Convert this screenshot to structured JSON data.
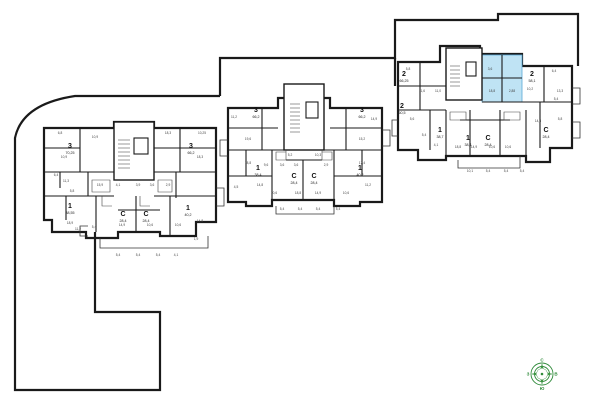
{
  "apartments": [
    {
      "id": "a1",
      "rooms": "3",
      "area": "70,25"
    },
    {
      "id": "a2",
      "rooms": "3",
      "area": "66,2"
    },
    {
      "id": "a3",
      "rooms": "1",
      "area": "38,55"
    },
    {
      "id": "a4",
      "rooms": "С",
      "area": "28,4"
    },
    {
      "id": "a5",
      "rooms": "С",
      "area": "28,4"
    },
    {
      "id": "a6",
      "rooms": "1",
      "area": "40,2"
    },
    {
      "id": "a7",
      "rooms": "3",
      "area": "66,2"
    },
    {
      "id": "a8",
      "rooms": "3",
      "area": "66,2"
    },
    {
      "id": "a9",
      "rooms": "1",
      "area": "38,4"
    },
    {
      "id": "a10",
      "rooms": "С",
      "area": "28,4"
    },
    {
      "id": "a11",
      "rooms": "С",
      "area": "28,4"
    },
    {
      "id": "a12",
      "rooms": "1",
      "area": "40,2"
    },
    {
      "id": "a13",
      "rooms": "2",
      "area": "66,25"
    },
    {
      "id": "a14",
      "rooms": "2",
      "area": "58,1",
      "highlighted": true
    },
    {
      "id": "a15",
      "rooms": "1",
      "area": "38,7"
    },
    {
      "id": "a16",
      "rooms": "1",
      "area": "38,4"
    },
    {
      "id": "a17",
      "rooms": "С",
      "area": "28,4"
    },
    {
      "id": "a18",
      "rooms": "С",
      "area": "28,4"
    },
    {
      "id": "a19",
      "rooms": "2",
      "area": "60,5"
    }
  ],
  "room_labels": [
    "6,8",
    "10,9",
    "18,3",
    "10,25",
    "10,9",
    "18,3",
    "6,4",
    "11,3",
    "5,8",
    "15,9",
    "4,1",
    "3,9",
    "3,6",
    "2,9",
    "18,9",
    "14,9",
    "10,6",
    "10,6",
    "14,8",
    "11,2",
    "5,4",
    "5,4",
    "5,4",
    "5,4",
    "4,1",
    "1,9",
    "11,2",
    "19,6",
    "18,8",
    "9,6",
    "15,2",
    "17,4",
    "14,9",
    "4,5",
    "5,2",
    "10,3",
    "3,6",
    "3,6",
    "2,9",
    "18,8",
    "14,9",
    "10,6",
    "10,6",
    "14,8",
    "11,2",
    "5,4",
    "5,4",
    "5,4",
    "5,4",
    "5,8",
    "11,6",
    "11,0",
    "3,6",
    "18,8",
    "2,88",
    "10,2",
    "6,4",
    "13,3",
    "5,6",
    "5,4",
    "4,1",
    "18,8",
    "14,9",
    "10,6",
    "10,6",
    "14,8",
    "5,8",
    "10,1",
    "5,4",
    "5,4",
    "5,4",
    "5,4",
    "13,6"
  ],
  "compass": {
    "labels": [
      "С",
      "В",
      "Ю",
      "З"
    ]
  }
}
